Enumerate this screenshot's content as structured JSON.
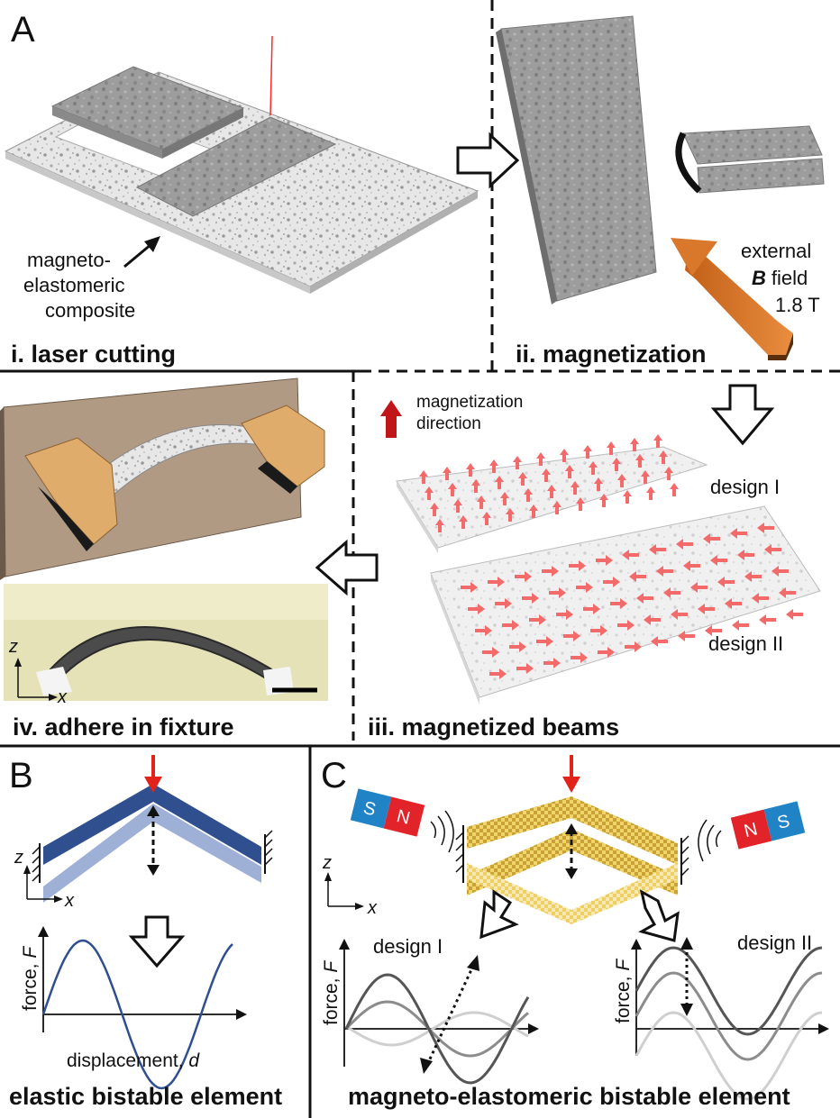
{
  "panels": {
    "A": {
      "letter": "A"
    },
    "B": {
      "letter": "B"
    },
    "C": {
      "letter": "C"
    }
  },
  "step_i": {
    "caption": "i. laser cutting",
    "material_label": [
      "magneto-",
      "elastomeric",
      "composite"
    ]
  },
  "step_ii": {
    "caption": "ii. magnetization",
    "field_label": [
      "external",
      "field",
      "1.8 T"
    ],
    "field_symbol": "B"
  },
  "step_iii": {
    "caption": "iii. magnetized beams",
    "legend": [
      "magnetization",
      "direction"
    ],
    "design_1": "design I",
    "design_2": "design II"
  },
  "step_iv": {
    "caption": "iv. adhere in fixture",
    "axis_z": "z",
    "axis_x": "x"
  },
  "panel_b": {
    "caption": "elastic bistable element",
    "axis_z": "z",
    "axis_x": "x",
    "ylabel_text": "force, ",
    "ylabel_symbol": "F",
    "xlabel_text": "displacement, ",
    "xlabel_symbol": "d"
  },
  "panel_c": {
    "caption": "magneto-elastomeric bistable element",
    "axis_z": "z",
    "axis_x": "x",
    "magnet_left": [
      "S",
      "N"
    ],
    "magnet_right": [
      "N",
      "S"
    ],
    "design_1": "design I",
    "design_2": "design II",
    "ylabel_text": "force, ",
    "ylabel_symbol": "F"
  },
  "colors": {
    "beam_dark": "#2f4f8f",
    "beam_light": "#9fb0d6",
    "curve_blue": "#2f4f8f",
    "fixture_orange": "#e0ac6b",
    "backplate": "#b09a84",
    "arrow_red": "#e2231a",
    "magnet_blue": "#1f83c6",
    "magnet_red": "#e2232a",
    "field_arrow": "#d9782b",
    "beam_yellow": "#e8c24a"
  }
}
